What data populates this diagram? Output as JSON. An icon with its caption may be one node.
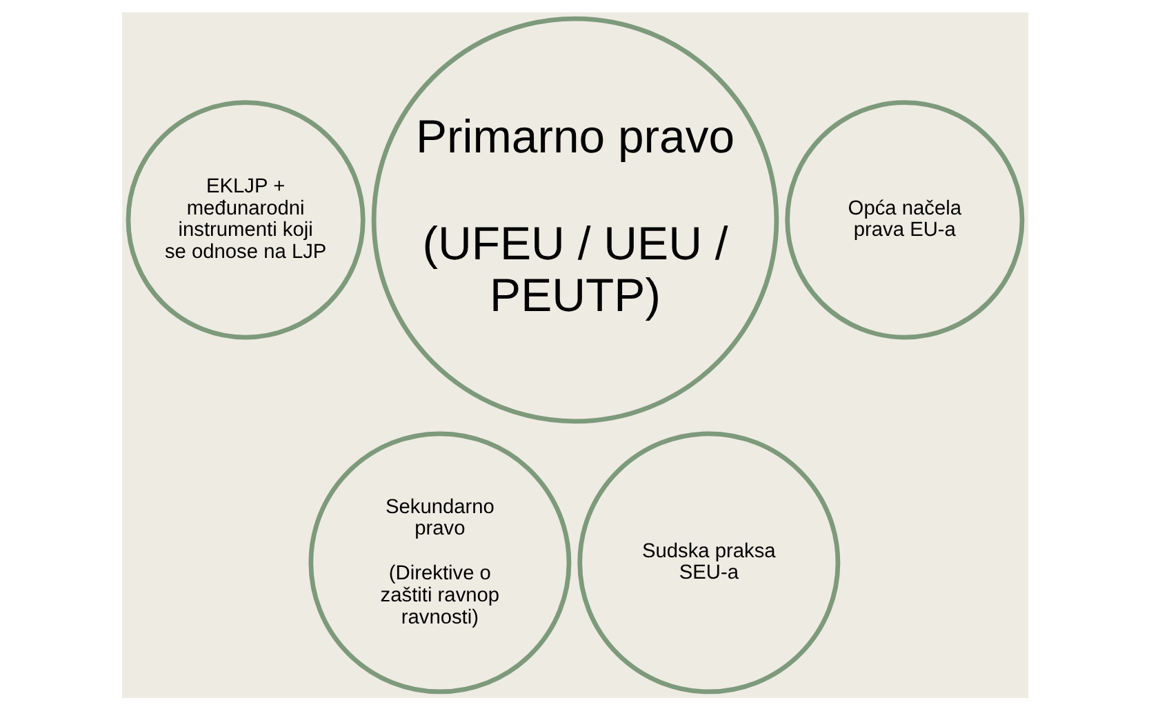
{
  "diagram": {
    "nodes": [
      {
        "text": [
          "EKLJP + međunarodni instrumenti koji se odnose na LJP"
        ]
      },
      {
        "text": [
          "Primarno pravo",
          "(UFEU / UEU / PEUTP)"
        ]
      },
      {
        "text": [
          "Opća načela prava EU-a"
        ]
      },
      {
        "text": [
          "Sekundarno pravo",
          "(Direktive o zaštiti ravnopravnosti)"
        ]
      },
      {
        "text": [
          "Sudska praksa SEU-a"
        ]
      }
    ],
    "edges": []
  }
}
